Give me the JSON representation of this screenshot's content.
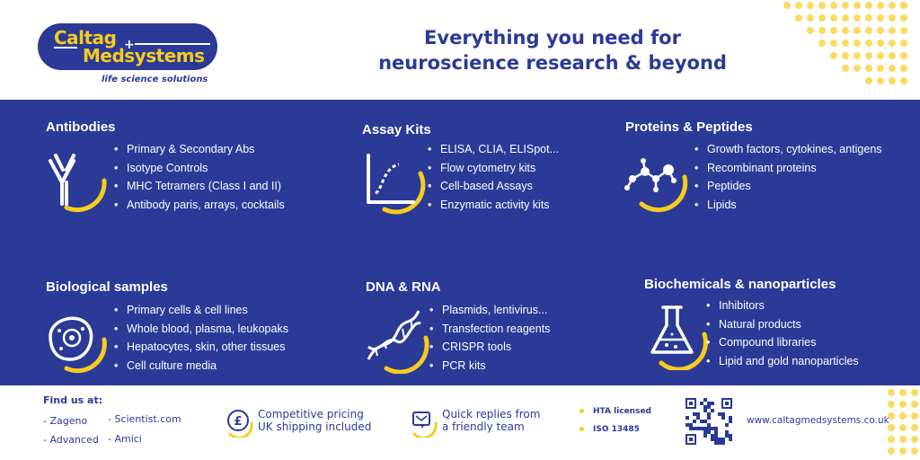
{
  "brand": {
    "name_line1": "Caltag",
    "name_line2": "Medsystems",
    "tagline": "life science solutions",
    "colors": {
      "navy": "#2b3a97",
      "yellow": "#f6cc1e",
      "white": "#ffffff"
    }
  },
  "headline": {
    "line1": "Everything you need for",
    "line2": "neuroscience research & beyond"
  },
  "sections": [
    {
      "title": "Antibodies",
      "icon": "antibody-icon",
      "items": [
        "Primary & Secondary Abs",
        "Isotype Controls",
        "MHC Tetramers (Class I and II)",
        "Antibody paris, arrays, cocktails"
      ]
    },
    {
      "title": "Assay Kits",
      "icon": "assay-curve-icon",
      "items": [
        "ELISA, CLIA, ELISpot...",
        "Flow cytometry kits",
        "Cell-based Assays",
        "Enzymatic activity kits"
      ]
    },
    {
      "title": "Proteins & Peptides",
      "icon": "molecule-icon",
      "items": [
        "Growth factors, cytokines, antigens",
        "Recombinant proteins",
        "Peptides",
        "Lipids"
      ]
    },
    {
      "title": "Biological samples",
      "icon": "cell-icon",
      "items": [
        "Primary cells & cell lines",
        "Whole blood, plasma, leukopaks",
        "Hepatocytes, skin, other tissues",
        "Cell culture media"
      ]
    },
    {
      "title": "DNA & RNA",
      "icon": "dna-helix-icon",
      "items": [
        "Plasmids, lentivirus...",
        "Transfection reagents",
        "CRISPR tools",
        "PCR kits"
      ]
    },
    {
      "title": "Biochemicals & nanoparticles",
      "icon": "flask-icon",
      "items": [
        "Inhibitors",
        "Natural products",
        "Compound libraries",
        "Lipid and gold nanoparticles"
      ]
    }
  ],
  "footer": {
    "find_title": "Find us at:",
    "find_items": [
      "- Zageno",
      "- Scientist.com",
      "- Advanced",
      "- Amici"
    ],
    "features": [
      {
        "icon": "pound-coin-icon",
        "line1": "Competitive pricing",
        "line2": "UK shipping included"
      },
      {
        "icon": "chat-reply-icon",
        "line1": "Quick replies from",
        "line2": "a friendly team"
      }
    ],
    "certs": [
      "HTA licensed",
      "ISO 13485"
    ],
    "qr_icon": "qr-code-icon",
    "website": "www.caltagmedsystems.co.uk"
  }
}
